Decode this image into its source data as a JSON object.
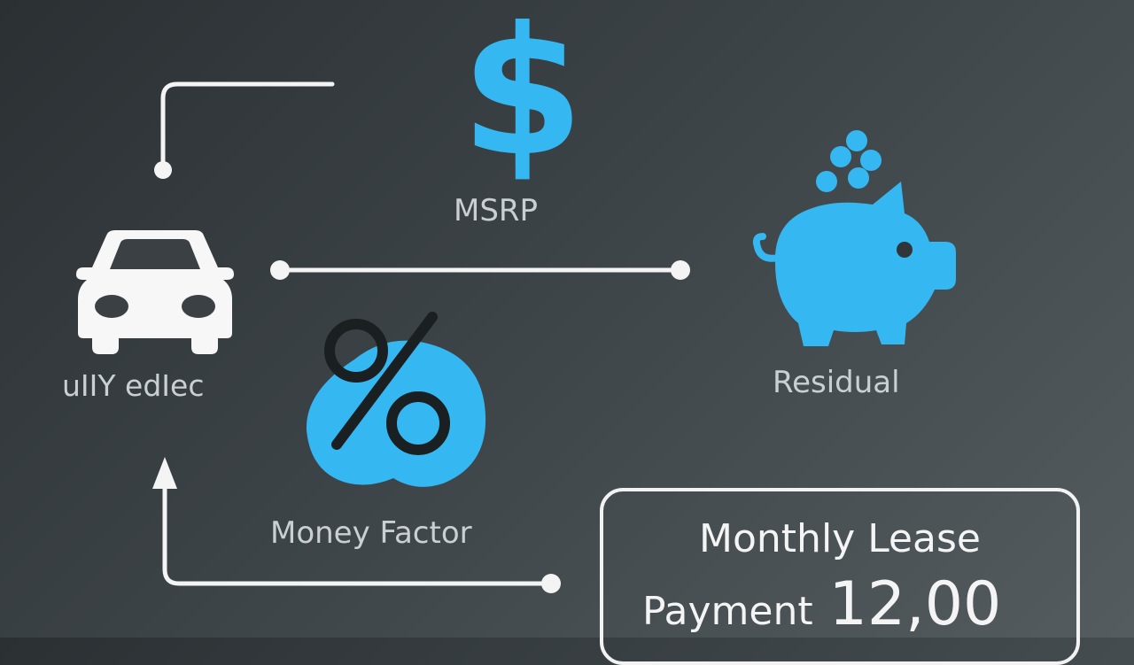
{
  "diagram": {
    "nodes": {
      "car": {
        "label": "uIIY edIec",
        "icon": "car-icon"
      },
      "msrp": {
        "label": "MSRP",
        "icon": "dollar-sign-icon"
      },
      "money_factor": {
        "label": "Money Factor",
        "icon": "percent-bubble-icon"
      },
      "residual": {
        "label": "Residual",
        "icon": "piggy-bank-icon"
      }
    },
    "payment": {
      "line1": "Monthly Lease",
      "line2_word": "Payment",
      "amount": "12,00"
    },
    "colors": {
      "accent": "#35b8f2",
      "line": "#f4f4f4",
      "label": "#c9cfd2",
      "background_dark": "#2b3033",
      "background_light": "#545c60"
    }
  }
}
